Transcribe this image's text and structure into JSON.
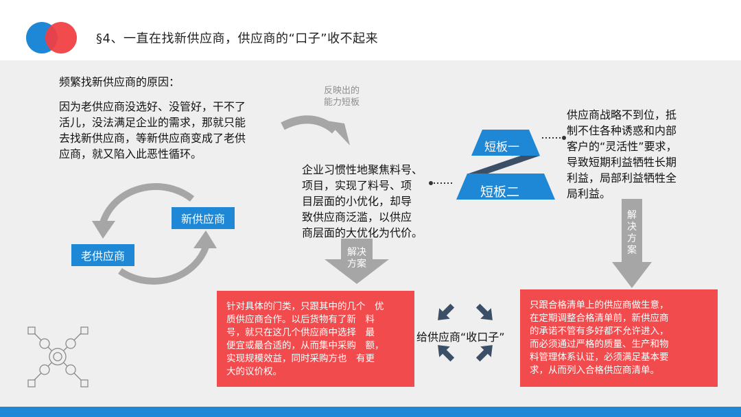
{
  "header": {
    "title": "§4、一直在找新供应商，供应商的“口子”收不起来"
  },
  "left": {
    "heading": "频繁找新供应商的原因：",
    "paragraph_lines": [
      "因为老供应商没选好、没管好，干不了",
      "活儿，没法满足企业的需求，那就只能",
      "去找新供应商，等新供应商变成了老供",
      "应商，就又陷入此恶性循环。"
    ],
    "cycle": {
      "new_supplier": "新供应商",
      "old_supplier": "老供应商"
    }
  },
  "arrow_label_lines": [
    "反映出的",
    "能力短板"
  ],
  "middle": {
    "paragraph_lines": [
      "企业习惯性地聚焦料号、",
      "项目，实现了料号、项",
      "目层面的小优化，却导",
      "致供应商泛滥，以供应",
      "商层面的大优化为代价。"
    ],
    "solution_lines": [
      "解决",
      "方案"
    ]
  },
  "pyramid": {
    "top_label": "短板一",
    "bottom_label": "短板二"
  },
  "right": {
    "paragraph_lines": [
      "供应商战略不到位，抵",
      "制不住各种诱惑和内部",
      "客户的“灵活性”要求，",
      "导致短期利益牺牲长期",
      "利益，局部利益牺牲全",
      "局利益。"
    ],
    "solution_chars": [
      "解",
      "决",
      "方",
      "案"
    ]
  },
  "bottom": {
    "left_box_lines": [
      "针对具体的门类，只跟其中的几个　优",
      "质供应商合作。以后货物有了新　料",
      "号，就只在这几个供应商中选择　最",
      "便宜或最合适的，从而集中采购　额，",
      "实现规模效益，同时采购方也　有更",
      "大的议价权。"
    ],
    "center_label": "给供应商“收口子”",
    "right_box_lines": [
      "只跟合格清单上的供应商做生意，",
      "在定期调整合格清单前，新供应商",
      "的承诺不管有多好都不允许进入，",
      "而必须通过严格的质量、生产和物",
      "料管理体系认证，必须满足基本要",
      "求，从而列入合格供应商清单。"
    ]
  },
  "colors": {
    "accent_blue": "#1e88d6",
    "accent_red": "#f24b4d",
    "navy": "#3b4f66",
    "gray_arrow": "#a6a6a6"
  },
  "icons": [
    "logo-circles",
    "network-icon",
    "converge-arrows-icon"
  ]
}
